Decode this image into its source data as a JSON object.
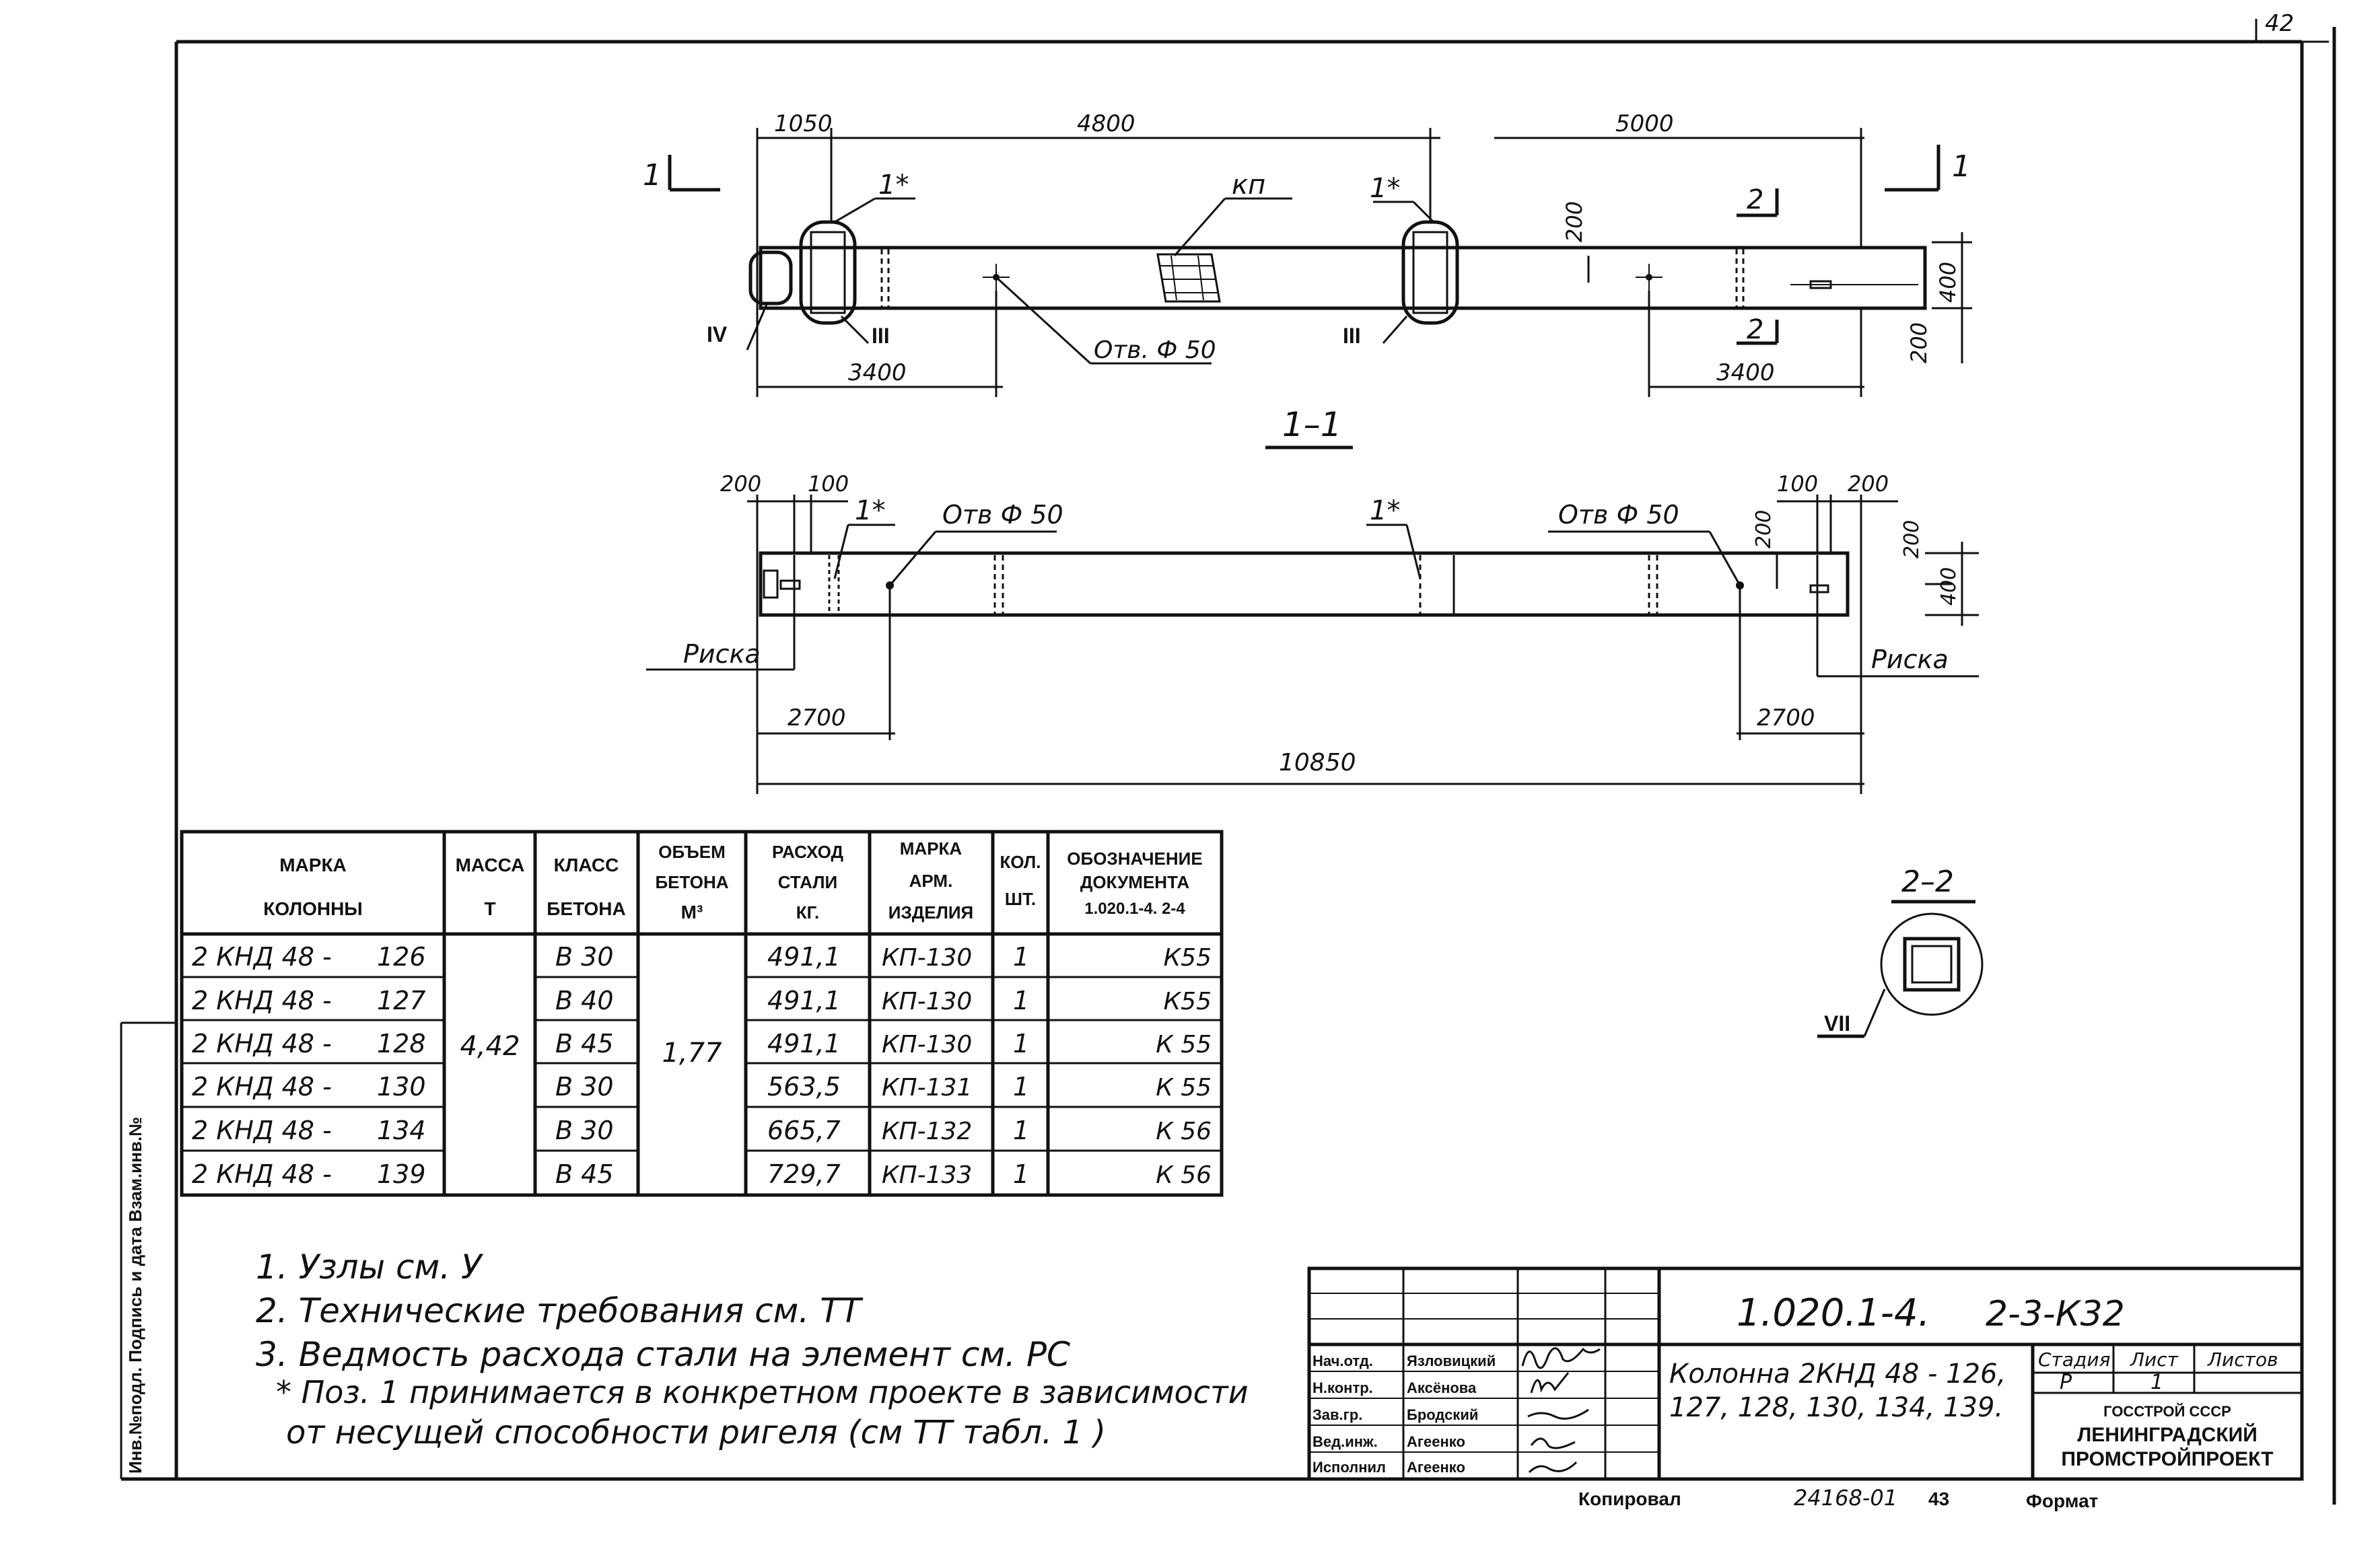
{
  "sheet_number": "42",
  "drawing_top": {
    "section_marks": [
      "1",
      "1"
    ],
    "dims": {
      "d1050": "1050",
      "d4800": "4800",
      "d5000": "5000",
      "d3400_left": "3400",
      "d3400_right": "3400",
      "d200_top": "200",
      "d200_side": "200",
      "d400": "400"
    },
    "labels": {
      "kp": "кп",
      "star_left": "1*",
      "star_right": "1*",
      "otv": "Отв. Ф 50",
      "node_iv": "IV",
      "node_iii_left": "III",
      "node_iii_right": "III",
      "sec2_top": "2",
      "sec2_bottom": "2"
    }
  },
  "section_title": "1–1",
  "drawing_bottom": {
    "dims": {
      "d200": "200",
      "d100": "100",
      "d100_r": "100",
      "d200_r": "200",
      "d200_v": "200",
      "d200_v2": "200",
      "d400": "400",
      "d2700_left": "2700",
      "d2700_right": "2700",
      "d10850": "10850"
    },
    "labels": {
      "star_left": "1*",
      "star_right": "1*",
      "otv_left": "Отв Ф 50",
      "otv_right": "Отв Ф 50",
      "riska_left": "Риска",
      "riska_right": "Риска"
    }
  },
  "section22": {
    "title": "2–2",
    "node": "VII"
  },
  "table": {
    "headers": [
      [
        "МАРКА",
        "КОЛОННЫ"
      ],
      [
        "МАССА",
        "Т"
      ],
      [
        "КЛАСС",
        "БЕТОНА"
      ],
      [
        "ОБЪЕМ",
        "БЕТОНА",
        "М³"
      ],
      [
        "РАСХОД",
        "СТАЛИ",
        "КГ."
      ],
      [
        "МАРКА",
        "АРМ.",
        "ИЗДЕЛИЯ"
      ],
      [
        "КОЛ.",
        "ШТ."
      ],
      [
        "ОБОЗНАЧЕНИЕ",
        "ДОКУМЕНТА",
        "1.020.1-4. 2-4"
      ]
    ],
    "mass": "4,42",
    "volume": "1,77",
    "rows": [
      {
        "mark": "2 КНД 48 -",
        "num": "126",
        "cls": "В 30",
        "steel": "491,1",
        "arm": "КП-130",
        "qty": "1",
        "doc": "К55"
      },
      {
        "mark": "2 КНД 48 -",
        "num": "127",
        "cls": "В 40",
        "steel": "491,1",
        "arm": "КП-130",
        "qty": "1",
        "doc": "К55"
      },
      {
        "mark": "2 КНД 48 -",
        "num": "128",
        "cls": "В 45",
        "steel": "491,1",
        "arm": "КП-130",
        "qty": "1",
        "doc": "К 55"
      },
      {
        "mark": "2 КНД 48 -",
        "num": "130",
        "cls": "В 30",
        "steel": "563,5",
        "arm": "КП-131",
        "qty": "1",
        "doc": "К 55"
      },
      {
        "mark": "2 КНД 48 -",
        "num": "134",
        "cls": "В 30",
        "steel": "665,7",
        "arm": "КП-132",
        "qty": "1",
        "doc": "К 56"
      },
      {
        "mark": "2 КНД 48 -",
        "num": "139",
        "cls": "В 45",
        "steel": "729,7",
        "arm": "КП-133",
        "qty": "1",
        "doc": "К 56"
      }
    ]
  },
  "notes": [
    "1. Узлы  см.  У",
    "2. Технические  требования  см.  ТТ",
    "3. Ведмость  расхода  стали  на  элемент  см.  РС",
    "* Поз. 1 принимается  в конкретном  проекте  в зависимости",
    "от несущей  способности ригеля (см  ТТ  табл. 1 )"
  ],
  "left_margin_text": "Инв.№подл.  Подпись и дата  Взам.инв.№",
  "title_block": {
    "code": "1.020.1-4.",
    "sheet_code": "2-3-К32",
    "description_line1": "Колонна 2КНД 48 - 126,",
    "description_line2": "127, 128, 130, 134, 139.",
    "roles": [
      {
        "role": "Нач.отд.",
        "name": "Язловицкий"
      },
      {
        "role": "Н.контр.",
        "name": "Аксёнова"
      },
      {
        "role": "Зав.гр.",
        "name": "Бродский"
      },
      {
        "role": "Вед.инж.",
        "name": "Агеенко"
      },
      {
        "role": "Исполнил",
        "name": "Агеенко"
      }
    ],
    "stage_header": "Стадия",
    "sheet_header": "Лист",
    "sheets_header": "Листов",
    "stage": "Р",
    "sheet": "1",
    "org1": "ГОССТРОЙ СССР",
    "org2": "ЛЕНИНГРАДСКИЙ",
    "org3": "ПРОМСТРОЙПРОЕКТ"
  },
  "footer": {
    "copied": "Копировал",
    "order": "24168-01",
    "page": "43",
    "format": "Формат"
  }
}
